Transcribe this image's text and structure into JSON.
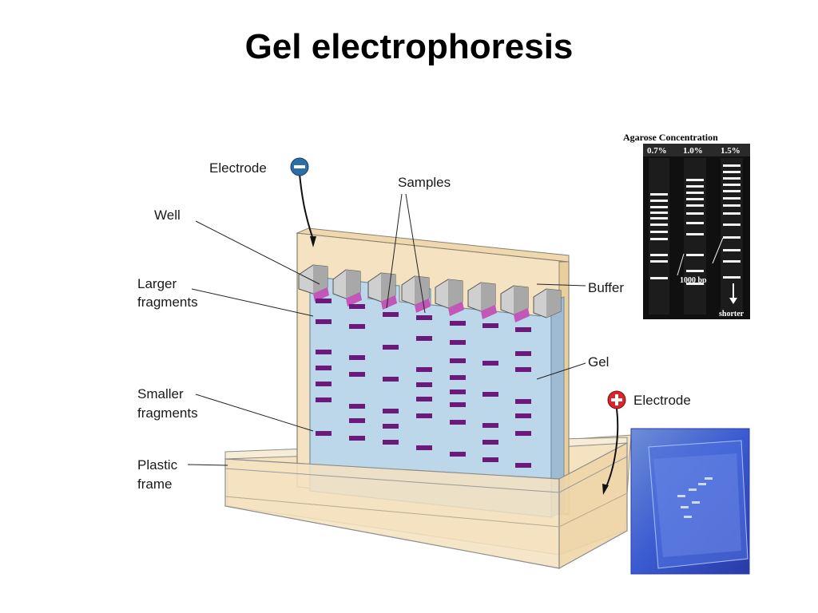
{
  "title": "Gel electrophoresis",
  "labels": {
    "electrode_negative": "Electrode",
    "electrode_positive": "Electrode",
    "samples": "Samples",
    "well": "Well",
    "larger_fragments_1": "Larger",
    "larger_fragments_2": "fragments",
    "buffer": "Buffer",
    "gel": "Gel",
    "smaller_fragments_1": "Smaller",
    "smaller_fragments_2": "fragments",
    "plastic_frame_1": "Plastic",
    "plastic_frame_2": "frame"
  },
  "gel_photo": {
    "header": "Agarose Concentration",
    "lanes": [
      "0.7%",
      "1.0%",
      "1.5%"
    ],
    "marker_label": "1000 bp",
    "arrow_label": "shorter"
  },
  "colors": {
    "gel": "#bcd6ea",
    "buffer": "#f4e2c0",
    "band": "#6b1a7c",
    "well_sample": "#c257b7",
    "electrode_negative": "#2c6fa8",
    "electrode_positive": "#d9262b"
  }
}
